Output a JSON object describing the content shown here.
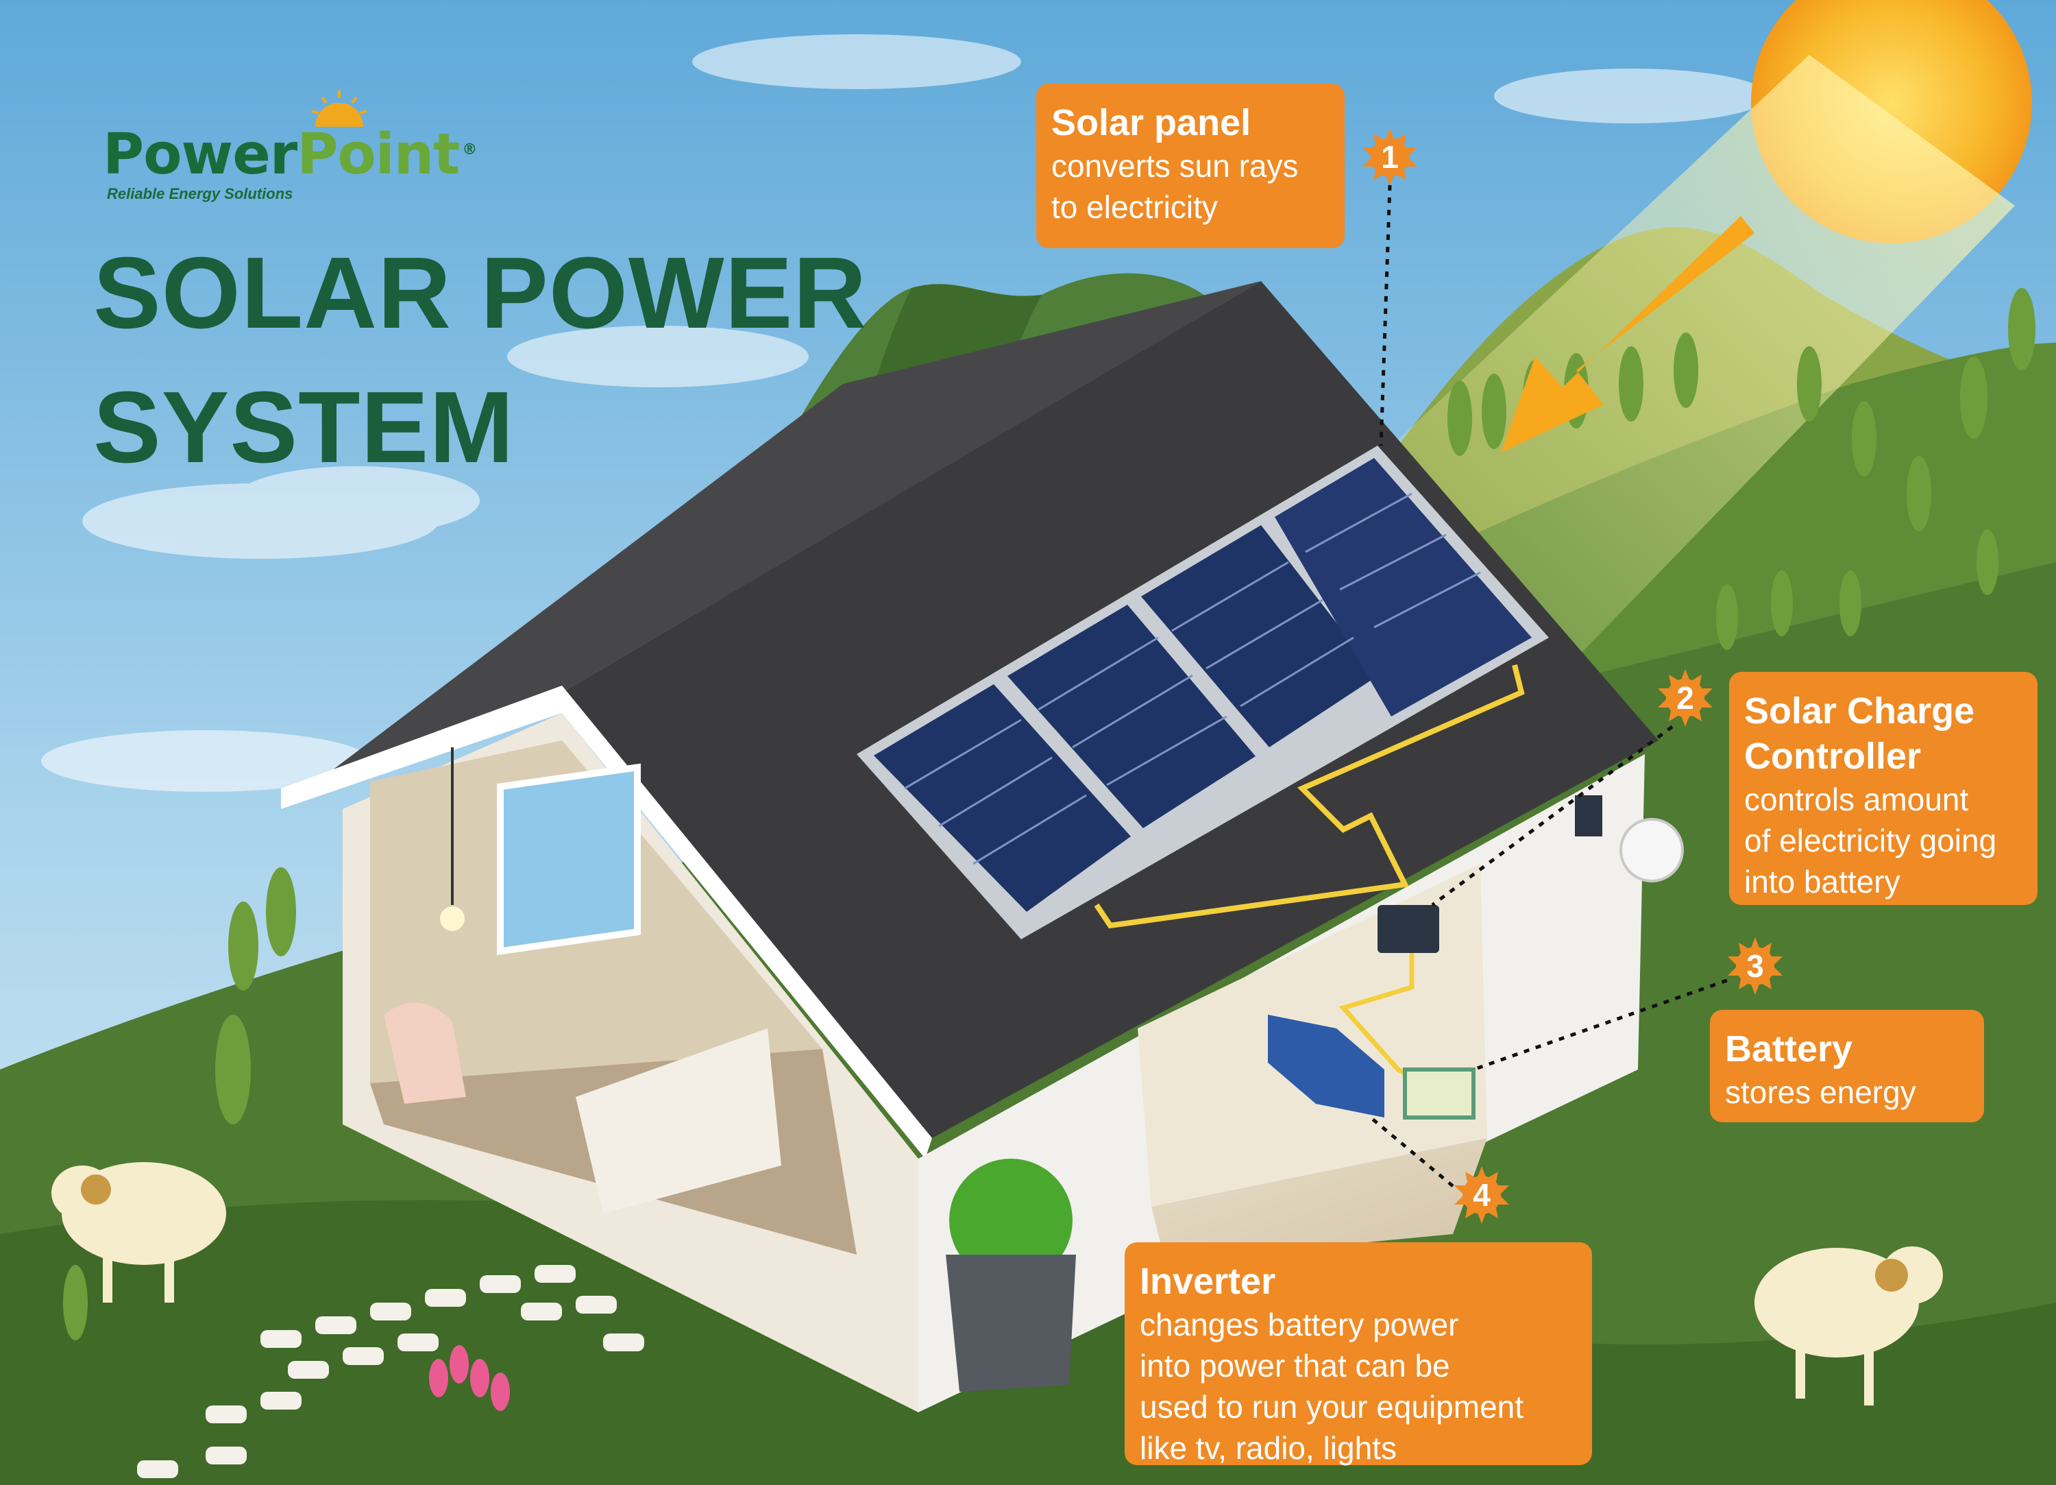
{
  "brand": {
    "name_part1": "Power",
    "name_part2": "Point",
    "registered": "®",
    "tagline": "Reliable Energy Solutions",
    "colors": {
      "primary": "#1a6b3a",
      "secondary": "#6aa83a"
    }
  },
  "title": {
    "line1": "SOLAR POWER",
    "line2": "SYSTEM"
  },
  "callouts": [
    {
      "number": "1",
      "title": "Solar panel",
      "description_lines": [
        "converts sun rays",
        "to electricity"
      ]
    },
    {
      "number": "2",
      "title_lines": [
        "Solar Charge",
        "Controller"
      ],
      "description_lines": [
        "controls amount",
        "of electricity going",
        "into battery"
      ]
    },
    {
      "number": "3",
      "title": "Battery",
      "description_lines": [
        "stores energy"
      ]
    },
    {
      "number": "4",
      "title": "Inverter",
      "description_lines": [
        "changes battery power",
        "into power that can be",
        "used to run your equipment",
        "like tv, radio, lights"
      ]
    }
  ],
  "colors": {
    "callout": "#ef8a25",
    "title": "#1b5e3c",
    "sky": "#8fc3e3",
    "grass": "#4e7a32",
    "roof": "#3b3b3d",
    "panel": "#1f3466",
    "wire": "#f4cf3c",
    "sun": "#f7b524"
  }
}
